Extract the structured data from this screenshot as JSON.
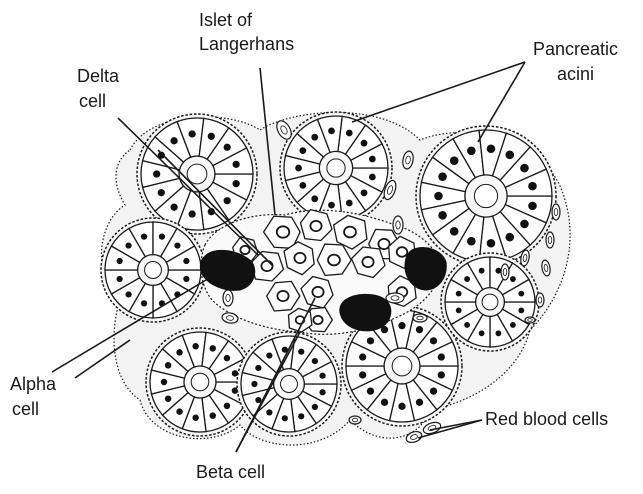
{
  "labels": {
    "islet_line1": "Islet of",
    "islet_line2": "Langerhans",
    "pancreatic_line1": "Pancreatic",
    "pancreatic_line2": "acini",
    "delta_line1": "Delta",
    "delta_line2": "cell",
    "alpha_line1": "Alpha",
    "alpha_line2": "cell",
    "beta": "Beta cell",
    "rbc": "Red blood cells"
  }
}
